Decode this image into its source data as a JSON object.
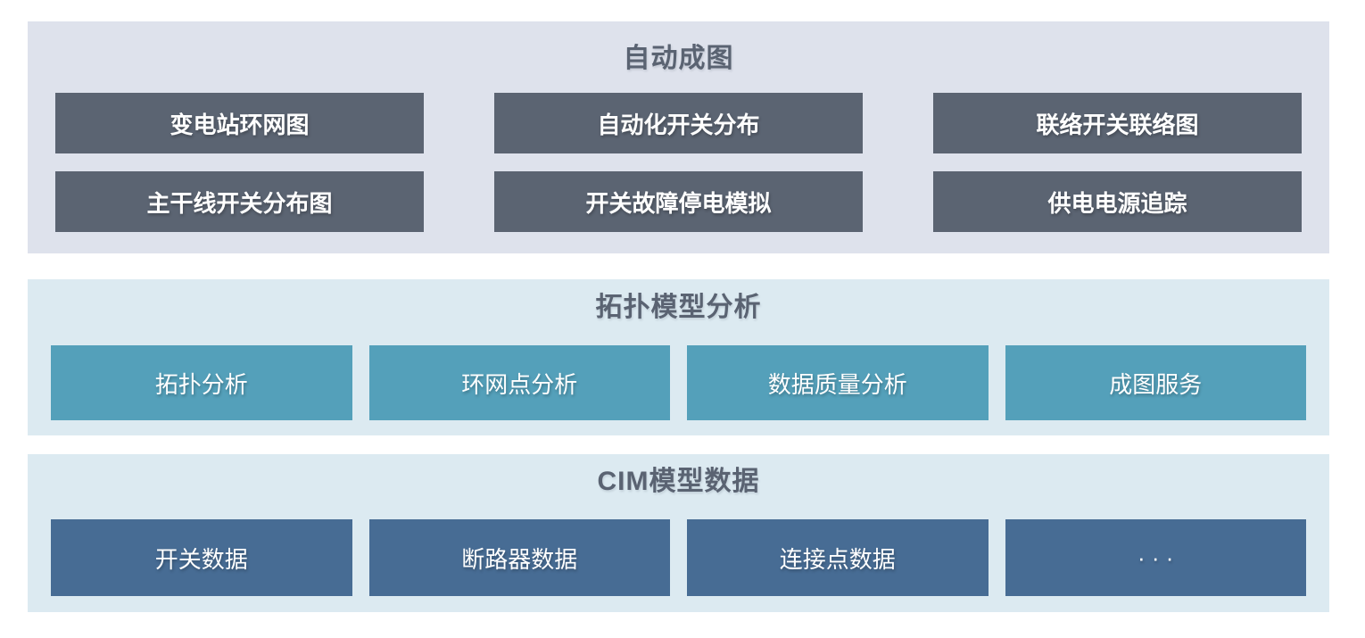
{
  "colors": {
    "page_bg": "#ffffff",
    "panel_auto_bg": "#dee2ec",
    "panel_light_bg": "#dceaf1",
    "button_dark_bg": "#5b6472",
    "button_teal_bg": "#54a0ba",
    "button_blue_bg": "#476c94",
    "title_text": "#5a6372",
    "button_text": "#ffffff"
  },
  "sections": [
    {
      "title": "自动成图",
      "rows": [
        [
          "变电站环网图",
          "自动化开关分布",
          "联络开关联络图"
        ],
        [
          "主干线开关分布图",
          "开关故障停电模拟",
          "供电电源追踪"
        ]
      ]
    },
    {
      "title": "拓扑模型分析",
      "rows": [
        [
          "拓扑分析",
          "环网点分析",
          "数据质量分析",
          "成图服务"
        ]
      ]
    },
    {
      "title": "CIM模型数据",
      "rows": [
        [
          "开关数据",
          "断路器数据",
          "连接点数据",
          "· · ·"
        ]
      ]
    }
  ]
}
